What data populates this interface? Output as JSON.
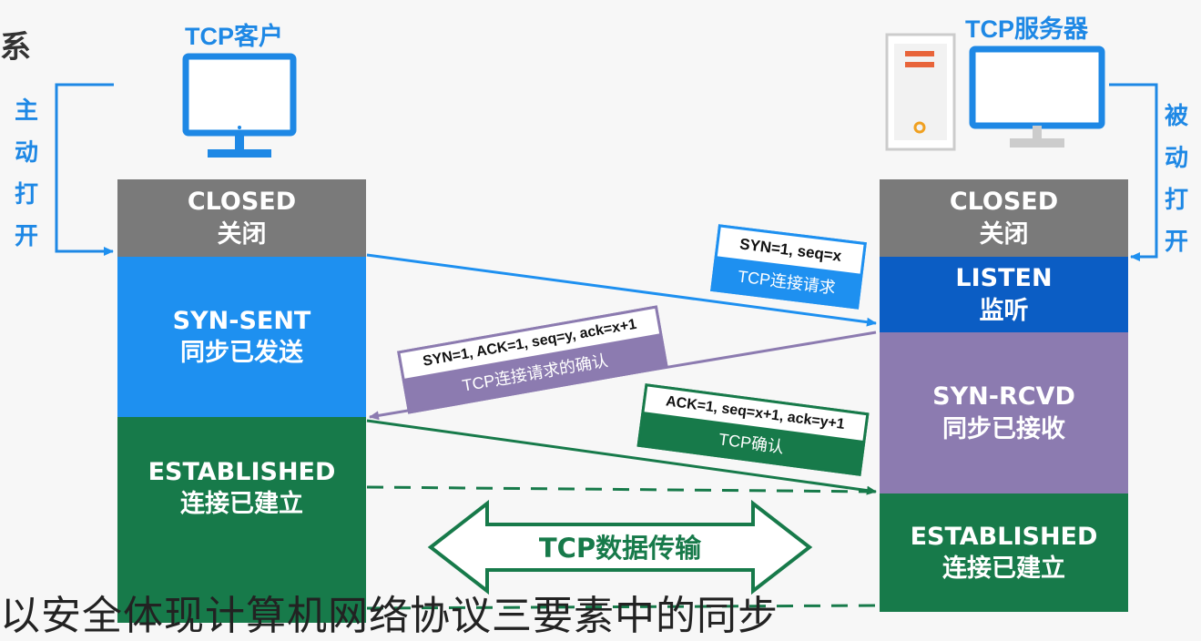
{
  "heading_fragment": "系",
  "client": {
    "title": "TCP客户",
    "open_label": [
      "主",
      "动",
      "打",
      "开"
    ],
    "states": {
      "closed": {
        "en": "CLOSED",
        "zh": "关闭"
      },
      "syn_sent": {
        "en": "SYN-SENT",
        "zh": "同步已发送"
      },
      "established": {
        "en": "ESTABLISHED",
        "zh": "连接已建立"
      }
    }
  },
  "server": {
    "title": "TCP服务器",
    "open_label": [
      "被",
      "动",
      "打",
      "开"
    ],
    "states": {
      "closed": {
        "en": "CLOSED",
        "zh": "关闭"
      },
      "listen": {
        "en": "LISTEN",
        "zh": "监听"
      },
      "syn_rcvd": {
        "en": "SYN-RCVD",
        "zh": "同步已接收"
      },
      "established": {
        "en": "ESTABLISHED",
        "zh": "连接已建立"
      }
    }
  },
  "messages": {
    "syn": {
      "fields": "SYN=1, seq=x",
      "desc": "TCP连接请求"
    },
    "syn_ack": {
      "fields": "SYN=1, ACK=1, seq=y, ack=x+1",
      "desc": "TCP连接请求的确认"
    },
    "ack": {
      "fields": "ACK=1, seq=x+1, ack=y+1",
      "desc": "TCP确认"
    }
  },
  "transfer_label": "TCP数据传输",
  "caption": "以安全体现计算机网络协议三要素中的同步",
  "colors": {
    "blue": "#1e90f0",
    "dark_blue": "#0b5dc4",
    "purple": "#8c7bb0",
    "green": "#177a4a",
    "gray": "#7a7a7a"
  }
}
